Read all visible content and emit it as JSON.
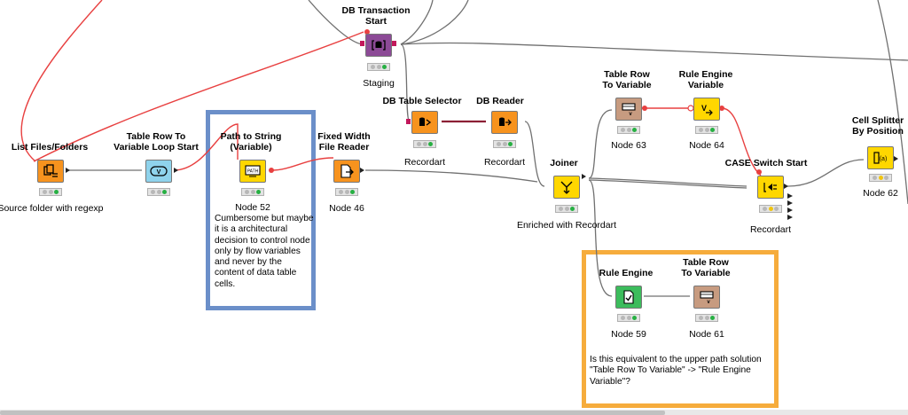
{
  "colors": {
    "wire": "#707070",
    "flow_wire": "#e84040",
    "annotation_blue": "#6b8fc9",
    "annotation_orange": "#f6ac3c",
    "light_red": "#e63c3c",
    "light_yellow": "#f1c40f",
    "light_green": "#27b043",
    "light_off": "#b8b8b8"
  },
  "nodes": {
    "list_files": {
      "title": "List Files/Folders",
      "label": "Source folder with regexp",
      "icon": "folder-list-icon",
      "color": "#f7931e"
    },
    "table_row_loop": {
      "title": "Table Row To\nVariable Loop Start",
      "label": "",
      "icon": "variable-loop-icon",
      "color": "#8fd3ec"
    },
    "path_to_string": {
      "title": "Path to String\n(Variable)",
      "label": "Node 52",
      "icon": "path-icon",
      "color": "#ffd700"
    },
    "fixed_width": {
      "title": "Fixed Width\nFile Reader",
      "label": "Node 46",
      "icon": "file-reader-icon",
      "color": "#f7931e"
    },
    "db_transaction": {
      "title": "DB Transaction\nStart",
      "label": "Staging",
      "icon": "db-transaction-icon",
      "color": "#8c4a96"
    },
    "db_table_selector": {
      "title": "DB Table Selector",
      "label": "Recordart",
      "icon": "db-selector-icon",
      "color": "#f7931e"
    },
    "db_reader": {
      "title": "DB Reader",
      "label": "Recordart",
      "icon": "db-reader-icon",
      "color": "#f7931e"
    },
    "joiner": {
      "title": "Joiner",
      "label": "Enriched with Recordart",
      "icon": "joiner-icon",
      "color": "#ffd700"
    },
    "table_row_var_63": {
      "title": "Table Row\nTo Variable",
      "label": "Node 63",
      "icon": "table-to-variable-icon",
      "color": "#c79b80"
    },
    "rule_engine_var": {
      "title": "Rule Engine\nVariable",
      "label": "Node 64",
      "icon": "rule-variable-icon",
      "color": "#ffd700"
    },
    "case_switch": {
      "title": "CASE Switch Start",
      "label": "Recordart",
      "icon": "case-switch-icon",
      "color": "#ffd700"
    },
    "cell_splitter": {
      "title": "Cell Splitter\nBy Position",
      "label": "Node 62",
      "icon": "cell-splitter-icon",
      "color": "#ffd700"
    },
    "rule_engine": {
      "title": "Rule Engine",
      "label": "Node 59",
      "icon": "rule-engine-icon",
      "color": "#3cbc5c"
    },
    "table_row_var_61": {
      "title": "Table Row\nTo Variable",
      "label": "Node 61",
      "icon": "table-to-variable-icon",
      "color": "#c79b80"
    }
  },
  "annotations": {
    "blue_note": "Cumbersome but maybe it is a architectural decision to control node only by flow variables and never by the content of data table cells.",
    "orange_note": "Is this equivalent to the upper path solution \"Table Row To Variable\" -> \"Rule Engine Variable\"?"
  }
}
